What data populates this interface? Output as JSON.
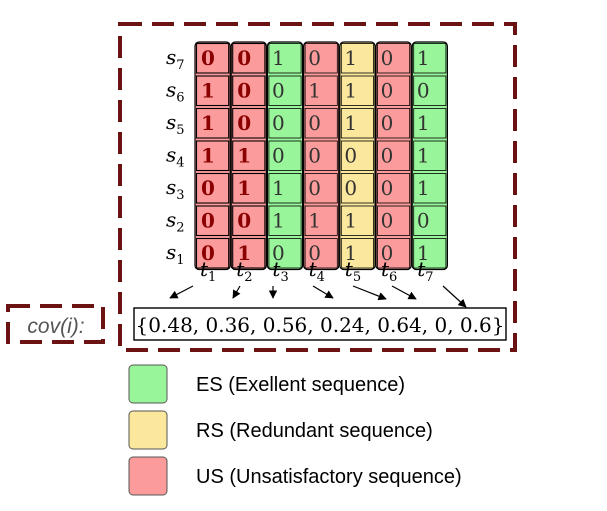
{
  "sequences": [
    "s7",
    "s6",
    "s5",
    "s4",
    "s3",
    "s2",
    "s1"
  ],
  "timesteps": [
    "t1",
    "t2",
    "t3",
    "t4",
    "t5",
    "t6",
    "t7"
  ],
  "columns": [
    {
      "class": "US",
      "values": [
        "0",
        "1",
        "1",
        "1",
        "0",
        "0",
        "0"
      ]
    },
    {
      "class": "US",
      "values": [
        "0",
        "0",
        "0",
        "1",
        "1",
        "0",
        "1"
      ]
    },
    {
      "class": "ES",
      "values": [
        "1",
        "0",
        "0",
        "0",
        "1",
        "1",
        "0"
      ]
    },
    {
      "class": "US",
      "values": [
        "0",
        "1",
        "0",
        "0",
        "0",
        "1",
        "0"
      ]
    },
    {
      "class": "RS",
      "values": [
        "1",
        "1",
        "1",
        "0",
        "0",
        "1",
        "1"
      ]
    },
    {
      "class": "US",
      "values": [
        "0",
        "0",
        "0",
        "0",
        "0",
        "0",
        "0"
      ]
    },
    {
      "class": "ES",
      "values": [
        "1",
        "0",
        "1",
        "1",
        "1",
        "0",
        "1"
      ]
    }
  ],
  "cov_label": "cov(i):",
  "cov_text": "{0.48, 0.36, 0.56, 0.24, 0.64, 0, 0.6}",
  "legend": [
    {
      "key": "ES",
      "label": "ES (Exellent sequence)"
    },
    {
      "key": "RS",
      "label": "RS (Redundant sequence)"
    },
    {
      "key": "US",
      "label": "US (Unsatisfactory sequence)"
    }
  ],
  "colors": {
    "ES": "#99f599",
    "RS": "#fbe89c",
    "US": "#fb9b9b",
    "dash": "#6b1212",
    "bold_text": "#8b0000",
    "text": "#333333"
  }
}
